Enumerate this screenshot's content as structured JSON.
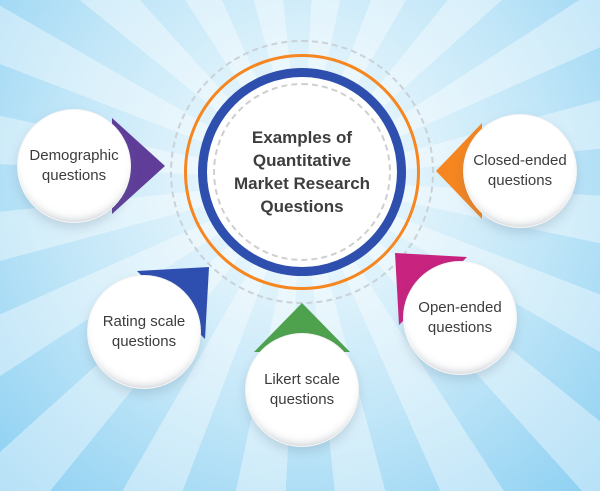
{
  "hub": {
    "title": "Examples of Quantitative Market Research Questions",
    "title_lines": [
      "Examples of",
      "Quantitative",
      "Market Research",
      "Questions"
    ]
  },
  "nodes": [
    {
      "id": "demographic",
      "line1": "Demographic",
      "line2": "questions",
      "arrow_color": "#5F3D99",
      "arrow_direction": "right"
    },
    {
      "id": "closed-ended",
      "line1": "Closed-ended",
      "line2": "questions",
      "arrow_color": "#F6861F",
      "arrow_direction": "left"
    },
    {
      "id": "rating-scale",
      "line1": "Rating scale",
      "line2": "questions",
      "arrow_color": "#2F4FB0",
      "arrow_direction": "up-right"
    },
    {
      "id": "likert-scale",
      "line1": "Likert scale",
      "line2": "questions",
      "arrow_color": "#4EA24E",
      "arrow_direction": "up"
    },
    {
      "id": "open-ended",
      "line1": "Open-ended",
      "line2": "questions",
      "arrow_color": "#C7237F",
      "arrow_direction": "up-left"
    }
  ],
  "colors": {
    "ring_orange": "#F6861F",
    "ring_blue": "#2F4FAE",
    "dashed_gray": "#C9D2D8",
    "text_dark": "#3C3C3C",
    "background_blue": "#8BCFF2",
    "circle_white": "#FFFFFF"
  }
}
